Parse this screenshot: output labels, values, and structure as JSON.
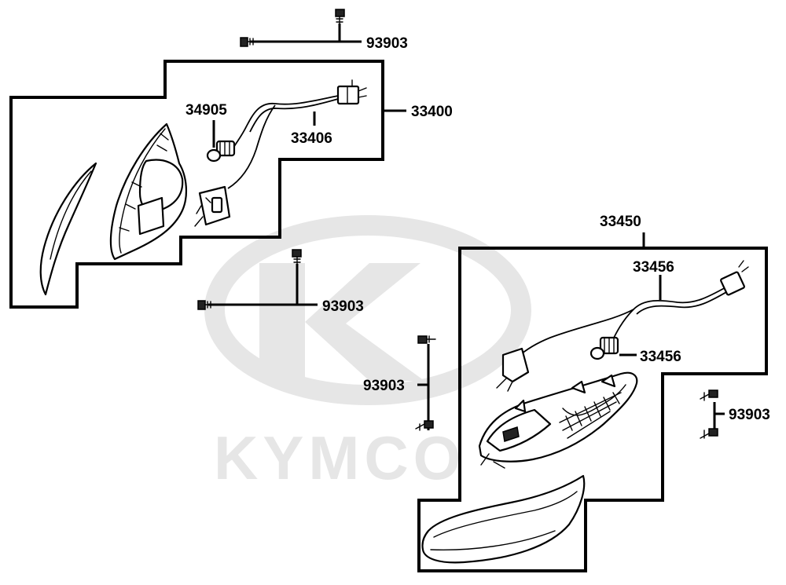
{
  "colors": {
    "line": "#000000",
    "watermark": "#e6e6e6",
    "background": "#ffffff"
  },
  "watermark": {
    "brand_text": "KYMCO"
  },
  "callouts": {
    "screw_top": "93903",
    "front_assembly": "33400",
    "front_bulb": "34905",
    "front_harness": "33406",
    "screw_middle": "93903",
    "rear_assembly": "33450",
    "rear_harness": "33456",
    "rear_bulb": "33456",
    "screw_left_pair": "93903",
    "screw_right_pair": "93903"
  }
}
